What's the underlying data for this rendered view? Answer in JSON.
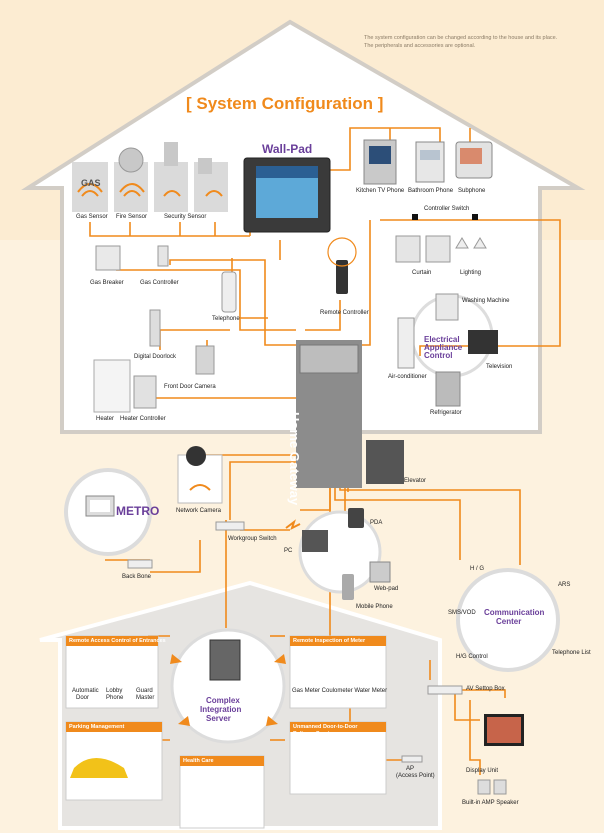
{
  "notes": [
    "The system configuration can be changed according to the house and its place.",
    "The peripherals and accessories are optional."
  ],
  "title": "[ System Configuration ]",
  "wallpad": "Wall-Pad",
  "gas_text": "GAS",
  "sensors": {
    "gas": "Gas Sensor",
    "fire": "Fire Sensor",
    "security": "Security Sensor"
  },
  "phones": {
    "kitchen": "Kitchen TV Phone",
    "bathroom": "Bathroom Phone",
    "subphone": "Subphone"
  },
  "controller_switch": "Controller  Switch",
  "curtain": "Curtain",
  "lighting": "Lighting",
  "gas_breaker": "Gas Breaker",
  "gas_controller": "Gas Controller",
  "telephone": "Telephone",
  "remote_controller": "Remote Controller",
  "digital_doorlock": "Digital Doorlock",
  "front_door_camera": "Front Door Camera",
  "heater": "Heater",
  "heater_controller": "Heater Controller",
  "washing_machine": "Washing Machine",
  "eac": [
    "Electrical",
    "Appliance",
    "Control"
  ],
  "air_conditioner": "Air-conditioner",
  "television": "Television",
  "refrigerator": "Refrigerator",
  "home_gateway": "Home Gateway",
  "elevator": "Elevator",
  "metro": "METRO",
  "network_camera": "Network Camera",
  "workgroup_switch": "Workgroup Switch",
  "pda": "PDA",
  "pc": "PC",
  "webpad": "Web-pad",
  "mobile_phone": "Mobile Phone",
  "backbone": "Back Bone",
  "comm_center": [
    "Communication",
    "Center"
  ],
  "hg": "H / G",
  "ars": "ARS",
  "sms_vod": "SMS/VOD",
  "hg_control": "H/G Control",
  "telephone_list": "Telephone List",
  "av_settop": "AV Settop Box",
  "display_unit": "Display Unit",
  "amp_speaker": "Built-in AMP Speaker",
  "ap": [
    "AP",
    "(Access Point)"
  ],
  "remote_access": "Remote Access Control of Entrances",
  "automatic_door": [
    "Automatic",
    "Door"
  ],
  "lobby_phone": [
    "Lobby",
    "Phone"
  ],
  "guard_master": [
    "Guard",
    "Master"
  ],
  "remote_inspection": "Remote Inspection of Meter",
  "meters": "Gas Meter  Coulometer  Water Meter",
  "cis": [
    "Complex",
    "Integration",
    "Server"
  ],
  "parking": "Parking Management",
  "health": "Health Care",
  "delivery": [
    "Unmanned Door-to-Door",
    "Delivery Service"
  ],
  "colors": {
    "orange": "#f08a1c",
    "purple": "#6a3f9a",
    "gray_house": "#e6e4e1",
    "gateway": "#8c8c8c"
  }
}
